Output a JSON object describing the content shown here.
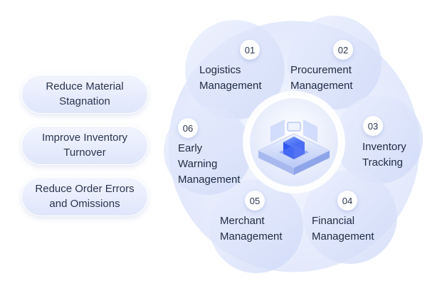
{
  "benefits": [
    {
      "line1": "Reduce Material",
      "line2": "Stagnation"
    },
    {
      "line1": "Improve Inventory",
      "line2": "Turnover"
    },
    {
      "line1": "Reduce Order Errors",
      "line2": "and Omissions"
    }
  ],
  "modules": [
    {
      "number": "01",
      "lines": [
        "Logistics",
        "Management"
      ]
    },
    {
      "number": "02",
      "lines": [
        "Procurement",
        "Management"
      ]
    },
    {
      "number": "03",
      "lines": [
        "Inventory",
        "Tracking"
      ]
    },
    {
      "number": "04",
      "lines": [
        "Financial",
        "Management"
      ]
    },
    {
      "number": "05",
      "lines": [
        "Merchant",
        "Management"
      ]
    },
    {
      "number": "06",
      "lines": [
        "Early",
        "Warning",
        "Management"
      ]
    }
  ],
  "center": {
    "icon": "warehouse-platform-icon"
  },
  "colors": {
    "ring": "#e7ecfd",
    "segment": "#d6def9",
    "accent": "#3d63f5",
    "pill": "#e6ebfb"
  }
}
